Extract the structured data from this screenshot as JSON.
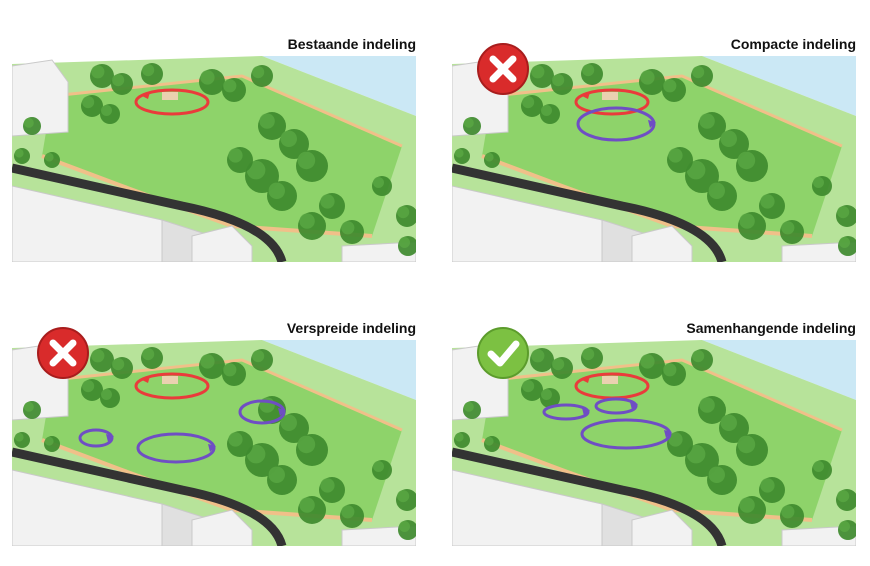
{
  "panels": [
    {
      "title": "Bestaande indeling",
      "status": "none"
    },
    {
      "title": "Compacte indeling",
      "status": "reject"
    },
    {
      "title": "Verspreide indeling",
      "status": "reject"
    },
    {
      "title": "Samenhangende indeling",
      "status": "approve"
    }
  ],
  "colors": {
    "existing_zone": "#ea3b3b",
    "proposed_zone": "#6f4ec4",
    "lawn": "#8ed36a",
    "lawn_light": "#b7e39a",
    "path": "#f0c089",
    "road": "#333333",
    "building": "#f2f2f2",
    "tree": "#3e8a2e",
    "reject_badge": "#d92b2b",
    "approve_badge": "#7cc142",
    "water": "#cbe8f5"
  },
  "icons": {
    "reject": "cross-icon",
    "approve": "checkmark-icon"
  }
}
